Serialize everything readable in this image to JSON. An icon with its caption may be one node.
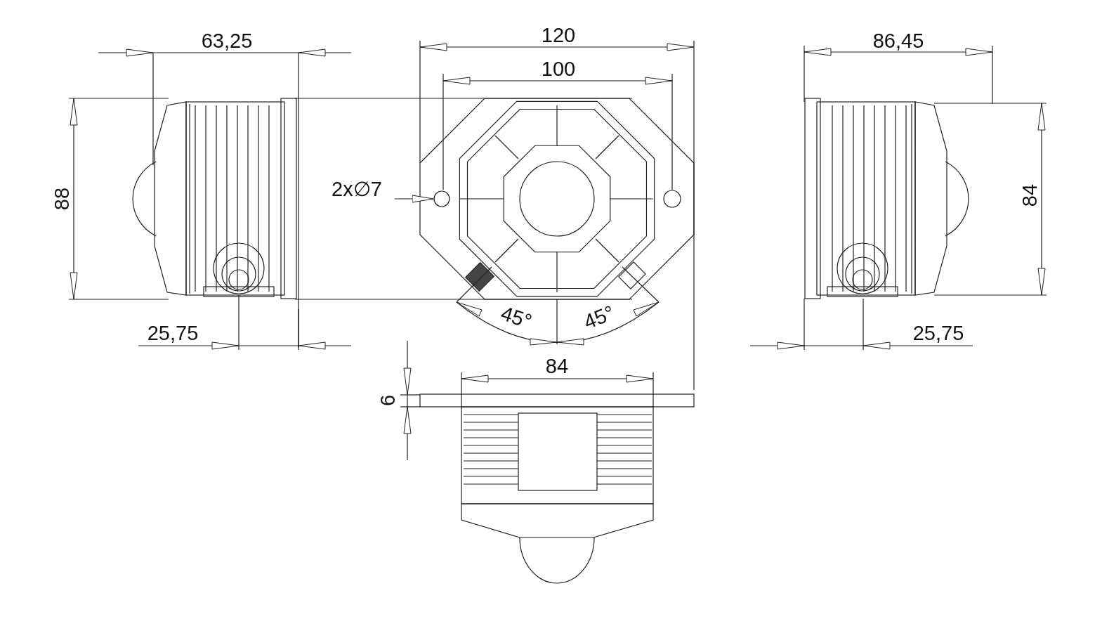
{
  "diagram": {
    "nodes": [
      {
        "text": [
          "2x∅7"
        ]
      },
      {
        "text": [],
        "shape": "circle"
      }
    ],
    "edges": [
      {
        "from": 0,
        "to": 1,
        "arrow": "to"
      }
    ],
    "labels": [
      "63,25",
      "120",
      "100",
      "86,45",
      "88",
      "84",
      "25,75",
      "45°",
      "45°",
      "25,75",
      "84",
      "6"
    ]
  }
}
